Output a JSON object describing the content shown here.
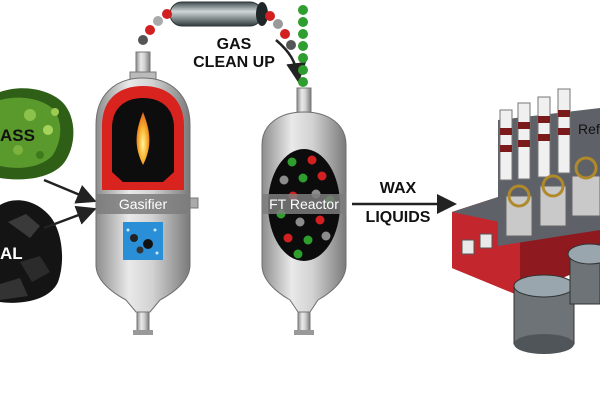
{
  "labels": {
    "biomass": "ASS",
    "coal": "AL",
    "gasifier": "Gasifier",
    "gas_cleanup_1": "GAS",
    "gas_cleanup_2": "CLEAN UP",
    "ft_reactor": "FT Reactor",
    "wax": "WAX",
    "liquids": "LIQUIDS",
    "refinery": "Ref"
  },
  "colors": {
    "biomass_green": "#3f7a1f",
    "coal_black": "#1a1a1a",
    "gasifier_red": "#d8231f",
    "flame": "#f5a623",
    "vessel_gray": "#c9c9c9",
    "pellet_red": "#d21f1f",
    "pellet_green": "#2e9e2e",
    "pellet_gray": "#8c8c8c",
    "factory_red": "#c4262e",
    "factory_gray": "#5f6168"
  }
}
